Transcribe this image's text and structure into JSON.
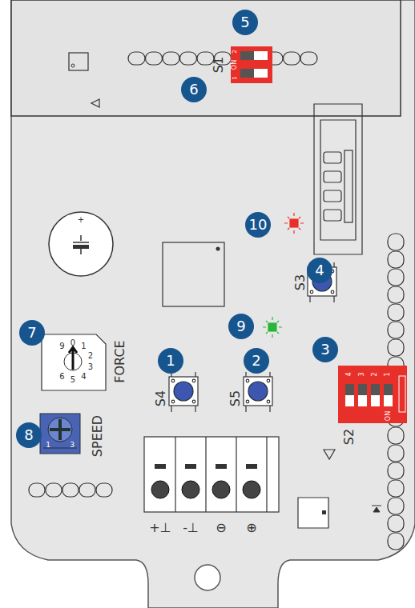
{
  "diagram": {
    "labels": [
      "6",
      "5",
      "10",
      "4",
      "9",
      "3",
      "7",
      "1",
      "2",
      "8",
      "S1",
      "ON",
      "1",
      "2",
      "S3",
      "FORCE",
      "9",
      "0",
      "1",
      "2",
      "3",
      "4",
      "5",
      "6",
      "+",
      "S4",
      "S5",
      "4",
      "3",
      "2",
      "1",
      "ON",
      "S2",
      "SPEED",
      "1",
      "3",
      "+⊥",
      "-⊥",
      "⊖",
      "⊕"
    ]
  }
}
